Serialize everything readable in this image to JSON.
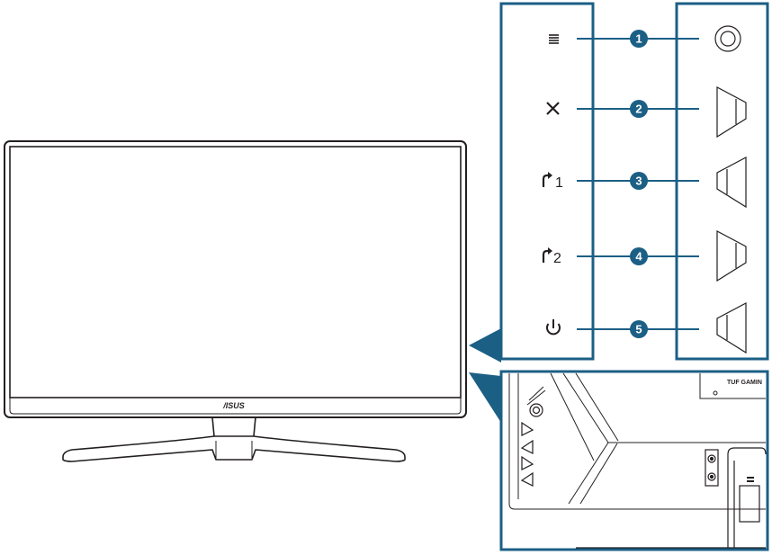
{
  "brand": "/ISUS",
  "detail_label": "TUF GAMIN",
  "buttons": [
    {
      "number": "1",
      "function_icon": "menu-icon",
      "function_text": "",
      "shape_icon": "circle-button-icon"
    },
    {
      "number": "2",
      "function_icon": "close-icon",
      "function_text": "",
      "shape_icon": "arrow-right-button-icon"
    },
    {
      "number": "3",
      "function_icon": "shortcut-icon",
      "function_text": "1",
      "shape_icon": "arrow-left-button-icon"
    },
    {
      "number": "4",
      "function_icon": "shortcut-icon",
      "function_text": "2",
      "shape_icon": "arrow-right-button-icon"
    },
    {
      "number": "5",
      "function_icon": "power-icon",
      "function_text": "",
      "shape_icon": "arrow-left-button-icon"
    }
  ],
  "colors": {
    "accent": "#1b5f85",
    "outline": "#231f20"
  }
}
